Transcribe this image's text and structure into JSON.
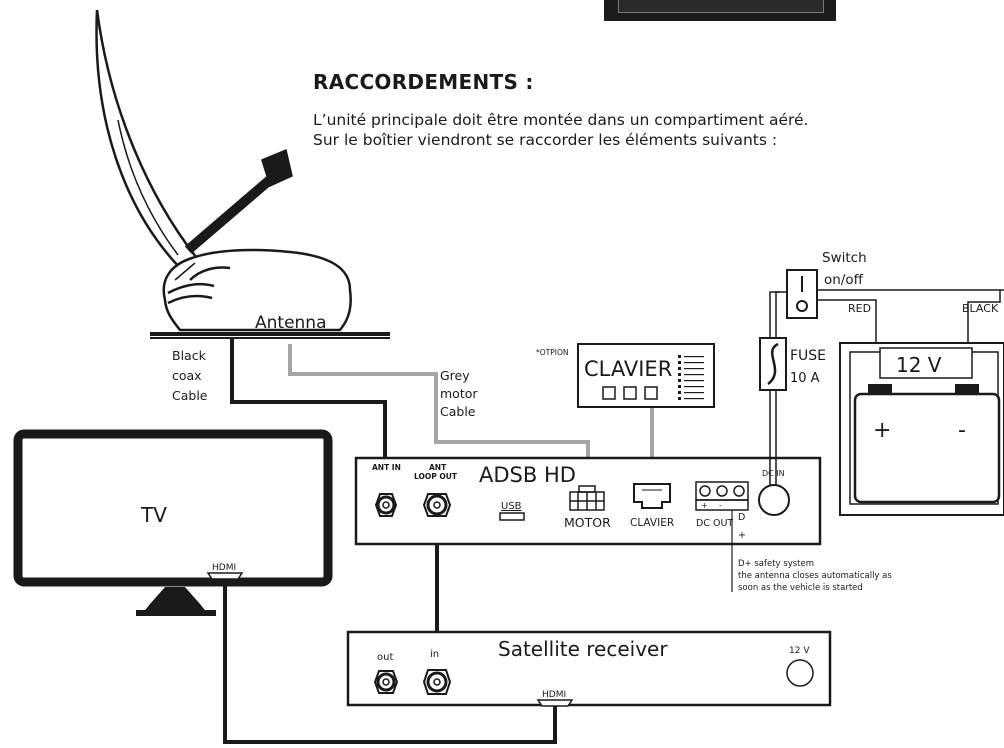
{
  "heading": "RACCORDEMENTS :",
  "intro": [
    "L’unité principale doit être montée dans un compartiment aéré.",
    "Sur le boîtier viendront se raccorder les éléments suivants :"
  ],
  "antenna": {
    "label": "Antenna"
  },
  "cables": {
    "coax": [
      "Black",
      "coax",
      "Cable"
    ],
    "motor": [
      "Grey",
      "motor",
      "Cable"
    ]
  },
  "tv": {
    "label": "TV",
    "hdmi": "HDMI"
  },
  "keypad": {
    "option": "*OTPION",
    "label": "CLAVIER"
  },
  "switch": {
    "label_1": "Switch",
    "label_2": "on/off"
  },
  "fuse": {
    "label_1": "FUSE",
    "label_2": "10 A"
  },
  "wires": {
    "red": "RED",
    "black": "BLACK"
  },
  "battery": {
    "voltage": "12 V",
    "plus": "+",
    "minus": "-"
  },
  "adsb": {
    "title": "ADSB HD",
    "ant_in": "ANT IN",
    "ant_loop_1": "ANT",
    "ant_loop_2": "LOOP OUT",
    "usb": "USB",
    "motor": "MOTOR",
    "clavier": "CLAVIER",
    "dc_out": "DC OUT",
    "dc_in": "DC IN",
    "plus": "+",
    "minus": "-",
    "d": "D",
    "dplus": "+"
  },
  "safety": [
    "D+ safety system",
    "the antenna closes automatically as",
    "soon as the vehicle is started"
  ],
  "receiver": {
    "title": "Satellite receiver",
    "out": "out",
    "in": "in",
    "v12": "12 V",
    "hdmi": "HDMI"
  }
}
